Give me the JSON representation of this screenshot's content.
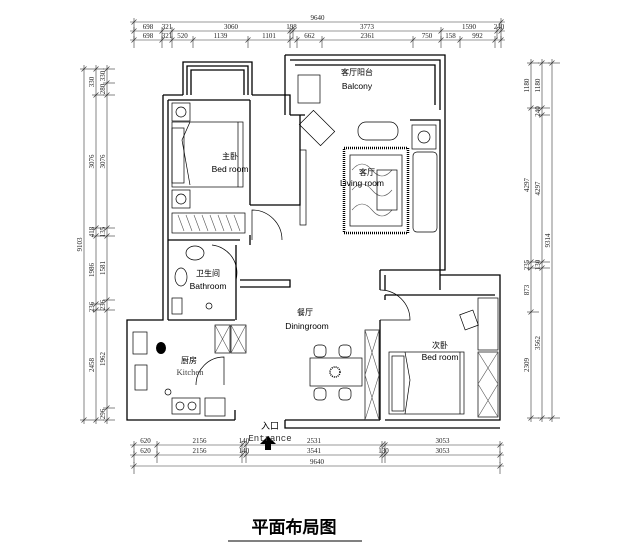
{
  "title": "平面布局图",
  "rooms": {
    "master_bedroom": {
      "cn": "主卧",
      "en": "Bed room"
    },
    "balcony": {
      "cn": "客厅阳台",
      "en": "Balcony"
    },
    "living_room": {
      "cn": "客厅",
      "en": "Living room"
    },
    "bathroom": {
      "cn": "卫生间",
      "en": "Bathroom"
    },
    "dining_room": {
      "cn": "餐厅",
      "en": "Diningroom"
    },
    "kitchen": {
      "cn": "厨房",
      "en": "Kitchen"
    },
    "second_bedroom": {
      "cn": "次卧",
      "en": "Bed room"
    },
    "entrance": {
      "cn": "入口",
      "en": "Entrance"
    }
  },
  "dimensions": {
    "top_total": "9640",
    "top_row1": [
      "698",
      "321",
      "3060",
      "198",
      "3773",
      "1590",
      "240"
    ],
    "top_row2": [
      "698",
      "321",
      "520",
      "1139",
      "1101",
      "662",
      "2361",
      "750",
      "158",
      "992"
    ],
    "bottom_row1": [
      "620",
      "2156",
      "140",
      "2531",
      "3053"
    ],
    "bottom_row2": [
      "620",
      "2156",
      "140",
      "3541",
      "130",
      "3053"
    ],
    "bottom_total": "9640",
    "left_total": "9103",
    "left_row1": [
      "330",
      "3076",
      "418",
      "1986",
      "236",
      "2458"
    ],
    "left_row2": [
      "330",
      "280",
      "3076",
      "135",
      "1581",
      "236",
      "1962",
      "296"
    ],
    "right_row1": [
      "1180",
      "4297",
      "235",
      "873",
      "2309"
    ],
    "right_row2": [
      "1180",
      "240",
      "4297",
      "130",
      "3562"
    ],
    "right_total": "9314"
  }
}
